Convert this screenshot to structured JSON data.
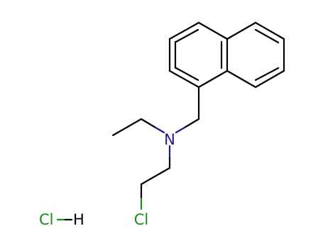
{
  "colors": {
    "carbon_bond": "#000000",
    "nitrogen": "#1a1a8c",
    "chlorine": "#1a8c1a"
  },
  "atoms": {
    "nitrogen": "N",
    "chlorine": "Cl",
    "hcl_chlorine": "Cl",
    "hcl_hydrogen": "H"
  }
}
